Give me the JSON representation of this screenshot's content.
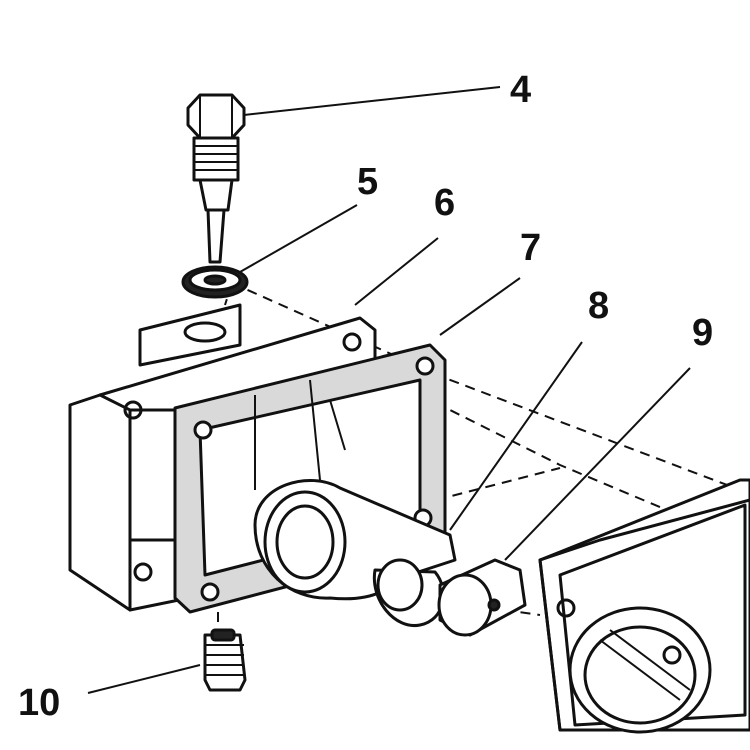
{
  "callouts": {
    "c4": "4",
    "c5": "5",
    "c6": "6",
    "c7": "7",
    "c8": "8",
    "c9": "9",
    "c10": "10"
  },
  "colors": {
    "line": "#111111",
    "paper": "#ffffff"
  }
}
